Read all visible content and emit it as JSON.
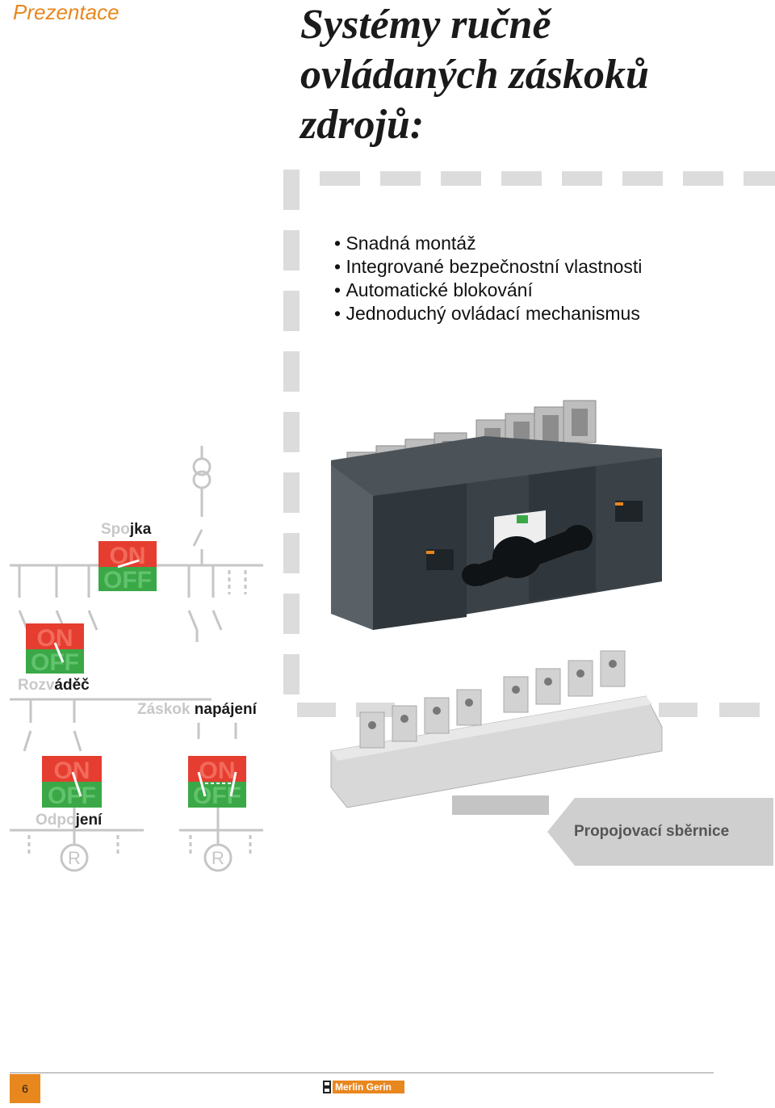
{
  "colors": {
    "accent": "#e8871e",
    "on_red": "#e53e30",
    "off_green": "#3aa847"
  },
  "header": {
    "section": "Prezentace",
    "title_lines": [
      "Systémy ručně",
      "ovládaných záskoků",
      "zdrojů:"
    ]
  },
  "features": [
    "Snadná montáž",
    "Integrované bezpečnostní vlastnosti",
    "Automatické blokování",
    "Jednoduchý ovládací mechanismus"
  ],
  "diagram": {
    "labels": {
      "spojka": {
        "faint": "Spo",
        "bold": "jka"
      },
      "rozvadec": {
        "faint": "Rozv",
        "bold": "áděč"
      },
      "zaskok": {
        "faint": "Záskok ",
        "bold": "napájení"
      },
      "odpojeni": {
        "faint": "Odpo",
        "bold": "jení"
      }
    },
    "switch_on": "ON",
    "switch_off": "OFF",
    "load_symbol": "R"
  },
  "busbar_label": "Propojovací sběrnice",
  "footer": {
    "page_number": "6",
    "brand": "Merlin Gerin"
  }
}
